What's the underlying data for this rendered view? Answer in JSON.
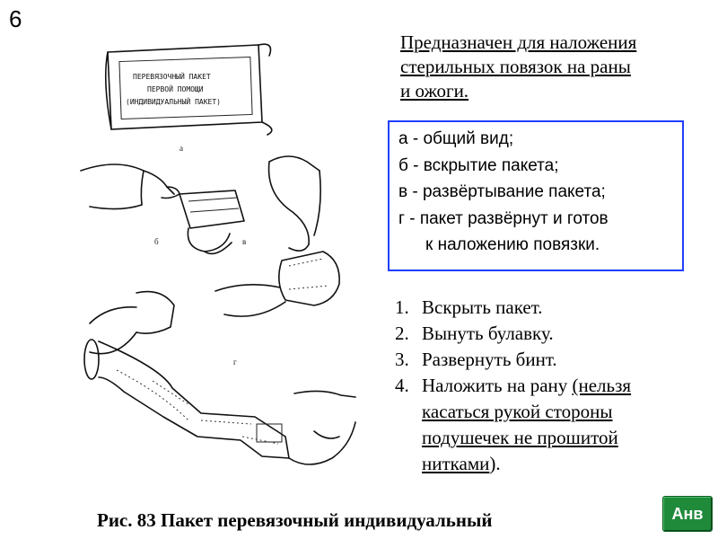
{
  "slide": {
    "number": "6"
  },
  "purpose": {
    "lines": [
      "Предназначен для наложения",
      "стерильных повязок на раны",
      "и ожоги."
    ]
  },
  "legend": {
    "lines": [
      "а - общий вид;",
      "б - вскрытие пакета;",
      "в - развёртывание пакета;",
      "г - пакет развёрнут и готов",
      "к наложению повязки."
    ]
  },
  "steps": [
    {
      "num": "1.",
      "text": "Вскрыть пакет."
    },
    {
      "num": "2.",
      "text": "Вынуть булавку."
    },
    {
      "num": "3.",
      "text": "Развернуть бинт."
    },
    {
      "num": "4.",
      "text": "Наложить на рану ",
      "note_lines": [
        "(нельзя",
        "касаться рукой стороны",
        "подушечек не прошитой",
        "нитками"
      ],
      "tail": ")."
    }
  ],
  "caption": "Рис. 83  Пакет перевязочный индивидуальный",
  "illustration": {
    "package_label_lines": [
      "ПЕРЕВЯЗОЧНЫЙ ПАКЕТ",
      "ПЕРВОЙ ПОМОЩИ",
      "(ИНДИВИДУАЛЬНЫЙ ПАКЕТ)"
    ],
    "panel_labels": {
      "a": "а",
      "b": "б",
      "v": "в",
      "g": "г"
    }
  },
  "nav": {
    "button_label": "Анв",
    "button_color": "#1f8a3a"
  },
  "colors": {
    "legend_border": "#1f3fff"
  }
}
